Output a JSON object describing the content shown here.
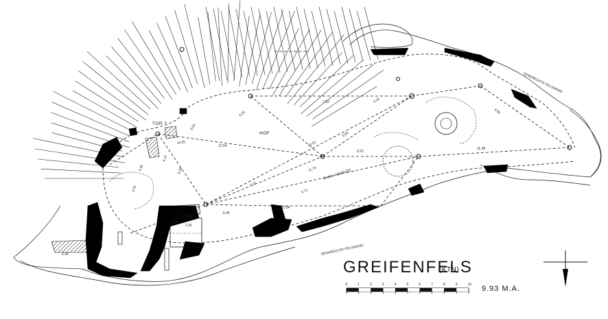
{
  "plan": {
    "title": "GREIFENFELS",
    "subtitle": "(KTN)",
    "date": "9.93 M.A.",
    "scale_ticks": [
      "0",
      "1",
      "2",
      "3",
      "4",
      "5",
      "6",
      "7",
      "8",
      "9",
      "10"
    ],
    "labels": {
      "tor": "TOR ?",
      "hof": "HOF",
      "building": "EHEM. GEBÄUDE",
      "cliff_south": "SENKRECHTE FELSWAND",
      "cliff_east": "SENKRECHTE FELSWAND"
    },
    "measurements": [
      {
        "text": "14.00"
      },
      {
        "text": "12.54"
      },
      {
        "text": "11.70"
      },
      {
        "text": "9.22"
      },
      {
        "text": "7.42"
      },
      {
        "text": "6.72"
      },
      {
        "text": "13.94"
      },
      {
        "text": "5.45"
      },
      {
        "text": "11.38"
      },
      {
        "text": "8.55"
      },
      {
        "text": "10.51"
      },
      {
        "text": "4.15"
      },
      {
        "text": "4.36"
      },
      {
        "text": "2.91"
      },
      {
        "text": "6.58"
      },
      {
        "text": "3.50"
      },
      {
        "text": "2.30"
      },
      {
        "text": "2.34"
      },
      {
        "text": "1.80"
      },
      {
        "text": "9.51"
      },
      {
        "text": "8.25"
      },
      {
        "text": "7.10"
      },
      {
        "text": "5.20"
      },
      {
        "text": "4.60"
      }
    ]
  },
  "colors": {
    "ink": "#111111",
    "paper": "#ffffff"
  }
}
